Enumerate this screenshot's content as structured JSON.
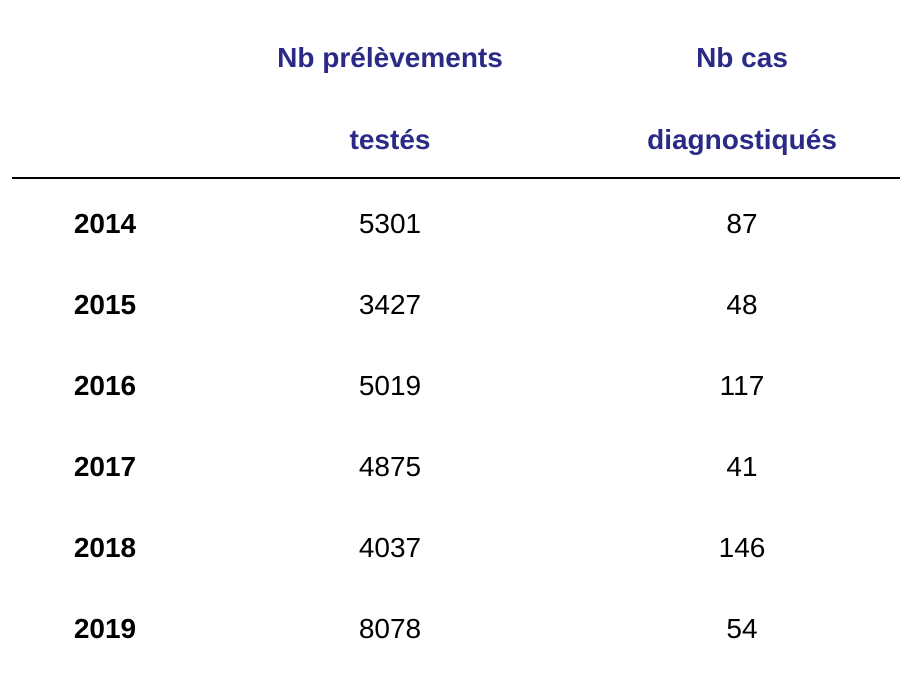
{
  "headers": {
    "col2_line1": "Nb prélèvements",
    "col2_line2": "testés",
    "col3_line1": "Nb cas",
    "col3_line2": "diagnostiqués"
  },
  "rows": [
    {
      "year": "2014",
      "tested": "5301",
      "cases": "87"
    },
    {
      "year": "2015",
      "tested": "3427",
      "cases": "48"
    },
    {
      "year": "2016",
      "tested": "5019",
      "cases": "117"
    },
    {
      "year": "2017",
      "tested": "4875",
      "cases": "41"
    },
    {
      "year": "2018",
      "tested": "4037",
      "cases": "146"
    },
    {
      "year": "2019",
      "tested": "8078",
      "cases": "54"
    }
  ],
  "colors": {
    "header": "#2b2a86"
  }
}
